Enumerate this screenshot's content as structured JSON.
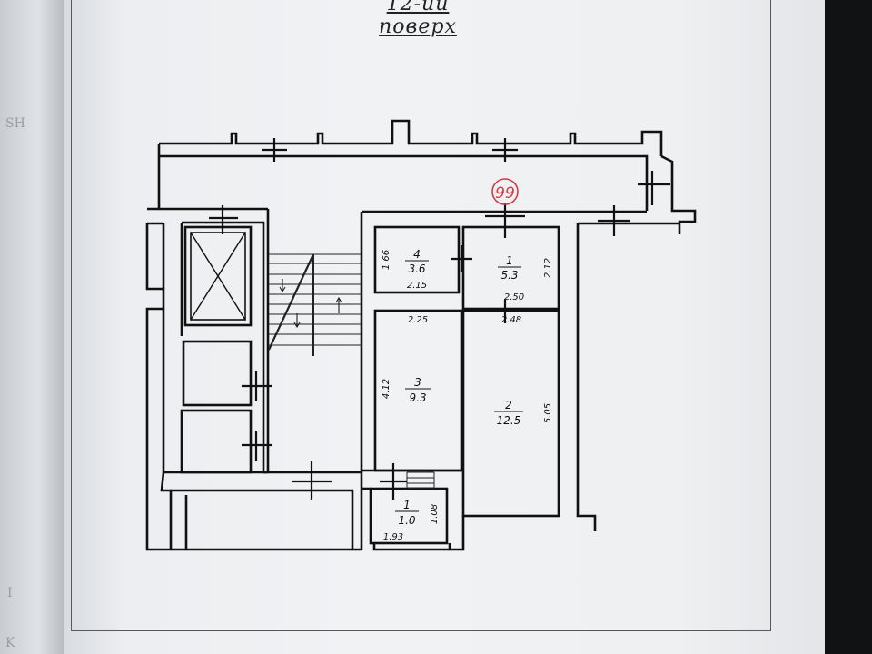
{
  "title": "12-ий поверх",
  "marker": "99",
  "colors": {
    "wall": "#111111",
    "paper": "#eef0f2",
    "marker": "#d23a47"
  },
  "rooms": [
    {
      "number": "4",
      "area": "3.6"
    },
    {
      "number": "1",
      "area": "5.3"
    },
    {
      "number": "3",
      "area": "9.3"
    },
    {
      "number": "2",
      "area": "12.5"
    },
    {
      "number": "1",
      "area": "1.0"
    }
  ],
  "dimensions": {
    "r4_height": "1.66",
    "r4_width": "2.15",
    "r1_height": "2.12",
    "r1_width": "2.50",
    "r3_top": "2.25",
    "r3_height": "4.12",
    "r2_top": "2.48",
    "r2_height": "5.05",
    "r5_height": "1.08",
    "r5_width": "1.93"
  },
  "edge_marks": [
    "SH",
    "I",
    "K"
  ]
}
